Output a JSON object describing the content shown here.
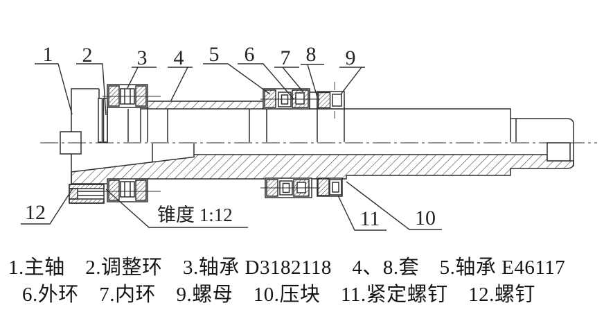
{
  "figure": {
    "type": "mechanical-assembly-section",
    "callouts_top": [
      "1",
      "2",
      "3",
      "4",
      "5",
      "6",
      "7",
      "8",
      "9"
    ],
    "callouts_bottom": [
      "12",
      "11",
      "10"
    ],
    "taper_note": "锥度 1:12"
  },
  "caption": {
    "line1": "1.主轴　2.调整环　3.轴承 D3182118　4、8.套　5.轴承 E46117",
    "line2": "6.外环　7.内环　9.螺母　10.压块　11.紧定螺钉　12.螺钉",
    "parts": [
      {
        "no": "1",
        "name": "主轴"
      },
      {
        "no": "2",
        "name": "调整环"
      },
      {
        "no": "3",
        "name": "轴承 D3182118"
      },
      {
        "no": "4、8",
        "name": "套"
      },
      {
        "no": "5",
        "name": "轴承 E46117"
      },
      {
        "no": "6",
        "name": "外环"
      },
      {
        "no": "7",
        "name": "内环"
      },
      {
        "no": "9",
        "name": "螺母"
      },
      {
        "no": "10",
        "name": "压块"
      },
      {
        "no": "11",
        "name": "紧定螺钉"
      },
      {
        "no": "12",
        "name": "螺钉"
      }
    ]
  },
  "colors": {
    "line": "#2e2e2e",
    "background": "#ffffff",
    "text": "#1c1c1c"
  }
}
